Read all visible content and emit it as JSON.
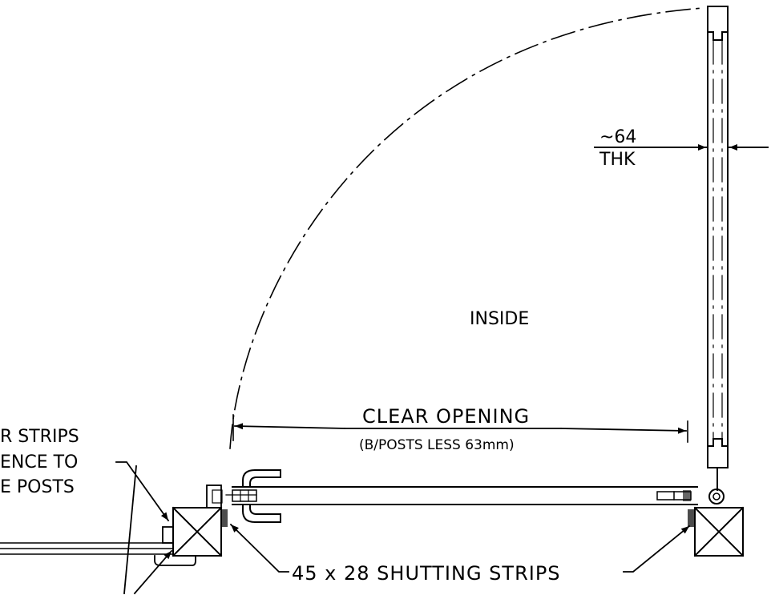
{
  "labels": {
    "inside": "INSIDE",
    "clear_opening": "CLEAR OPENING",
    "clear_opening_note": "(B/POSTS LESS 63mm)",
    "thickness_value": "~64",
    "thickness_unit": "THK",
    "shutting_strips": "45 x 28 SHUTTING STRIPS",
    "left_note_line1": "R STRIPS",
    "left_note_line2": "ENCE TO",
    "left_note_line3": "E POSTS"
  },
  "colors": {
    "line": "#000000",
    "background": "#ffffff"
  }
}
